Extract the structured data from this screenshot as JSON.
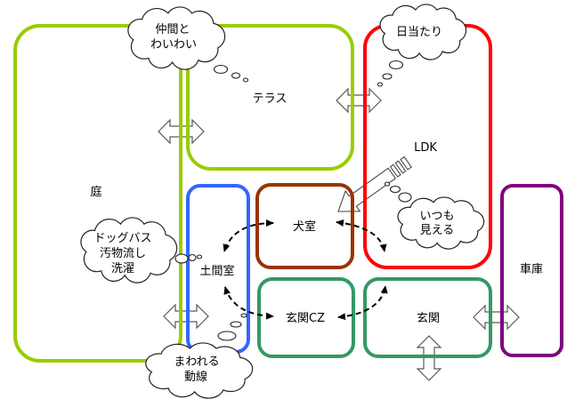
{
  "diagram": {
    "rooms": {
      "garden": {
        "label": "庭",
        "color": "#99cc00"
      },
      "terrace": {
        "label": "テラス",
        "color": "#99cc00"
      },
      "ldk": {
        "label": "LDK",
        "color": "#ff0000"
      },
      "doma": {
        "label": "土間室",
        "color": "#3366ff"
      },
      "dog_room": {
        "label": "犬室",
        "color": "#993300"
      },
      "entrance_cz": {
        "label": "玄関CZ",
        "color": "#339966"
      },
      "entrance": {
        "label": "玄関",
        "color": "#339966"
      },
      "garage": {
        "label": "車庫",
        "color": "#800080"
      }
    },
    "callouts": {
      "terrace_note": {
        "lines": [
          "仲間と",
          "わいわい"
        ]
      },
      "ldk_sun": {
        "lines": [
          "日当たり"
        ]
      },
      "ldk_view": {
        "lines": [
          "いつも",
          "見える"
        ]
      },
      "doma_note": {
        "lines": [
          "ドッグバス",
          "汚物流し",
          "洗濯"
        ]
      },
      "circulation": {
        "lines": [
          "まわれる",
          "動線"
        ]
      }
    },
    "connections": [
      {
        "from": "garden",
        "to": "terrace",
        "kind": "double-arrow"
      },
      {
        "from": "terrace",
        "to": "ldk",
        "kind": "double-arrow"
      },
      {
        "from": "garden",
        "to": "doma",
        "kind": "double-arrow"
      },
      {
        "from": "entrance",
        "to": "garage",
        "kind": "double-arrow"
      },
      {
        "from": "entrance",
        "to": "outside",
        "kind": "double-arrow"
      },
      {
        "from": "ldk",
        "to": "dog_room",
        "kind": "view-arrow"
      },
      {
        "from": "doma",
        "to": "dog_room",
        "kind": "dashed-flow"
      },
      {
        "from": "dog_room",
        "to": "ldk",
        "kind": "dashed-flow"
      },
      {
        "from": "doma",
        "to": "entrance_cz",
        "kind": "dashed-flow"
      },
      {
        "from": "entrance_cz",
        "to": "entrance",
        "kind": "dashed-flow"
      }
    ]
  }
}
